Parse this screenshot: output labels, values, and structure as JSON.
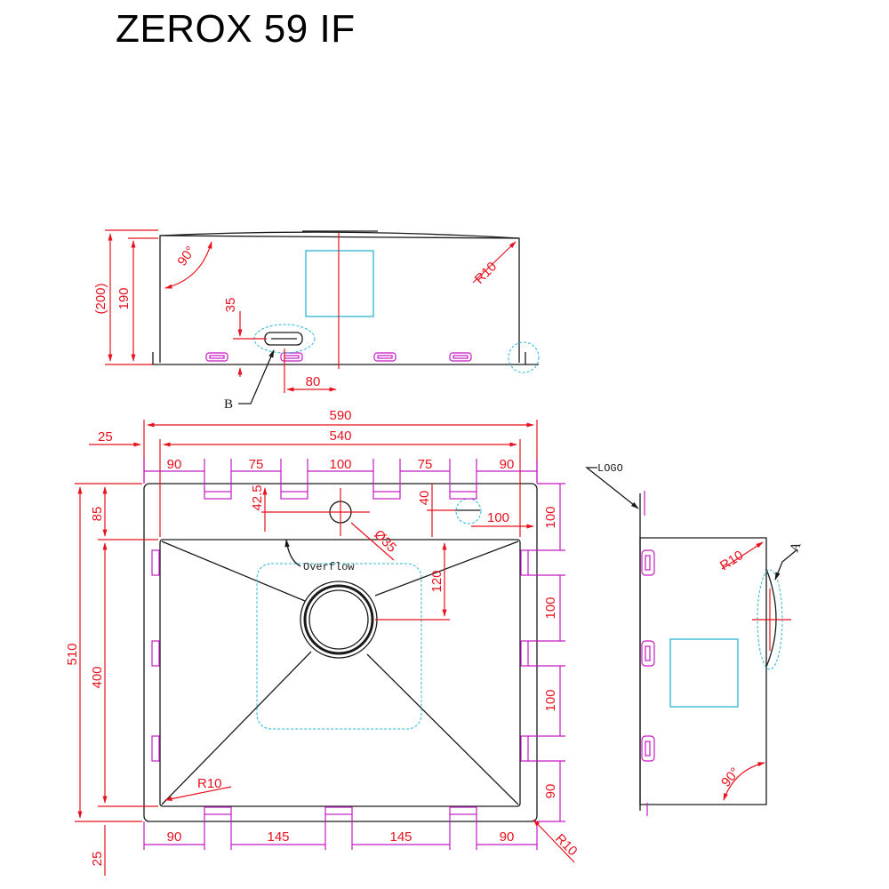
{
  "title": "ZEROX 59 IF",
  "colors": {
    "outline": "#1a1a1a",
    "dimension": "#e8121f",
    "extension": "#c419c4",
    "hidden": "#2bb7d6"
  },
  "front_view": {
    "dims": {
      "total_height": "(200)",
      "bowl_height": "190",
      "overflow_height": "35",
      "overflow_offset": "80",
      "angle": "90°",
      "radius": "R10"
    },
    "callout": "B"
  },
  "top_view": {
    "dims": {
      "overall_width": "590",
      "inner_width": "540",
      "rim_left": "25",
      "clip_spacing_top": [
        "90",
        "75",
        "100",
        "75",
        "90"
      ],
      "tap_offset": "42.5",
      "tap_hole": "Ø35",
      "overflow_offset_v": "40",
      "overflow_offset_h": "100",
      "rim_top": "85",
      "overall_depth": "510",
      "inner_depth": "400",
      "drain_offset": "120",
      "clip_spacing_right": [
        "100",
        "100",
        "100",
        "90"
      ],
      "clip_spacing_bottom": [
        "90",
        "145",
        "145",
        "90"
      ],
      "rim_bottom": "25",
      "inner_radius": "R10",
      "outer_radius": "R10"
    },
    "overflow_label": "Overflow"
  },
  "side_view": {
    "logo_label": "LOGO",
    "callout": "A",
    "radius": "R10",
    "angle": "90°"
  }
}
